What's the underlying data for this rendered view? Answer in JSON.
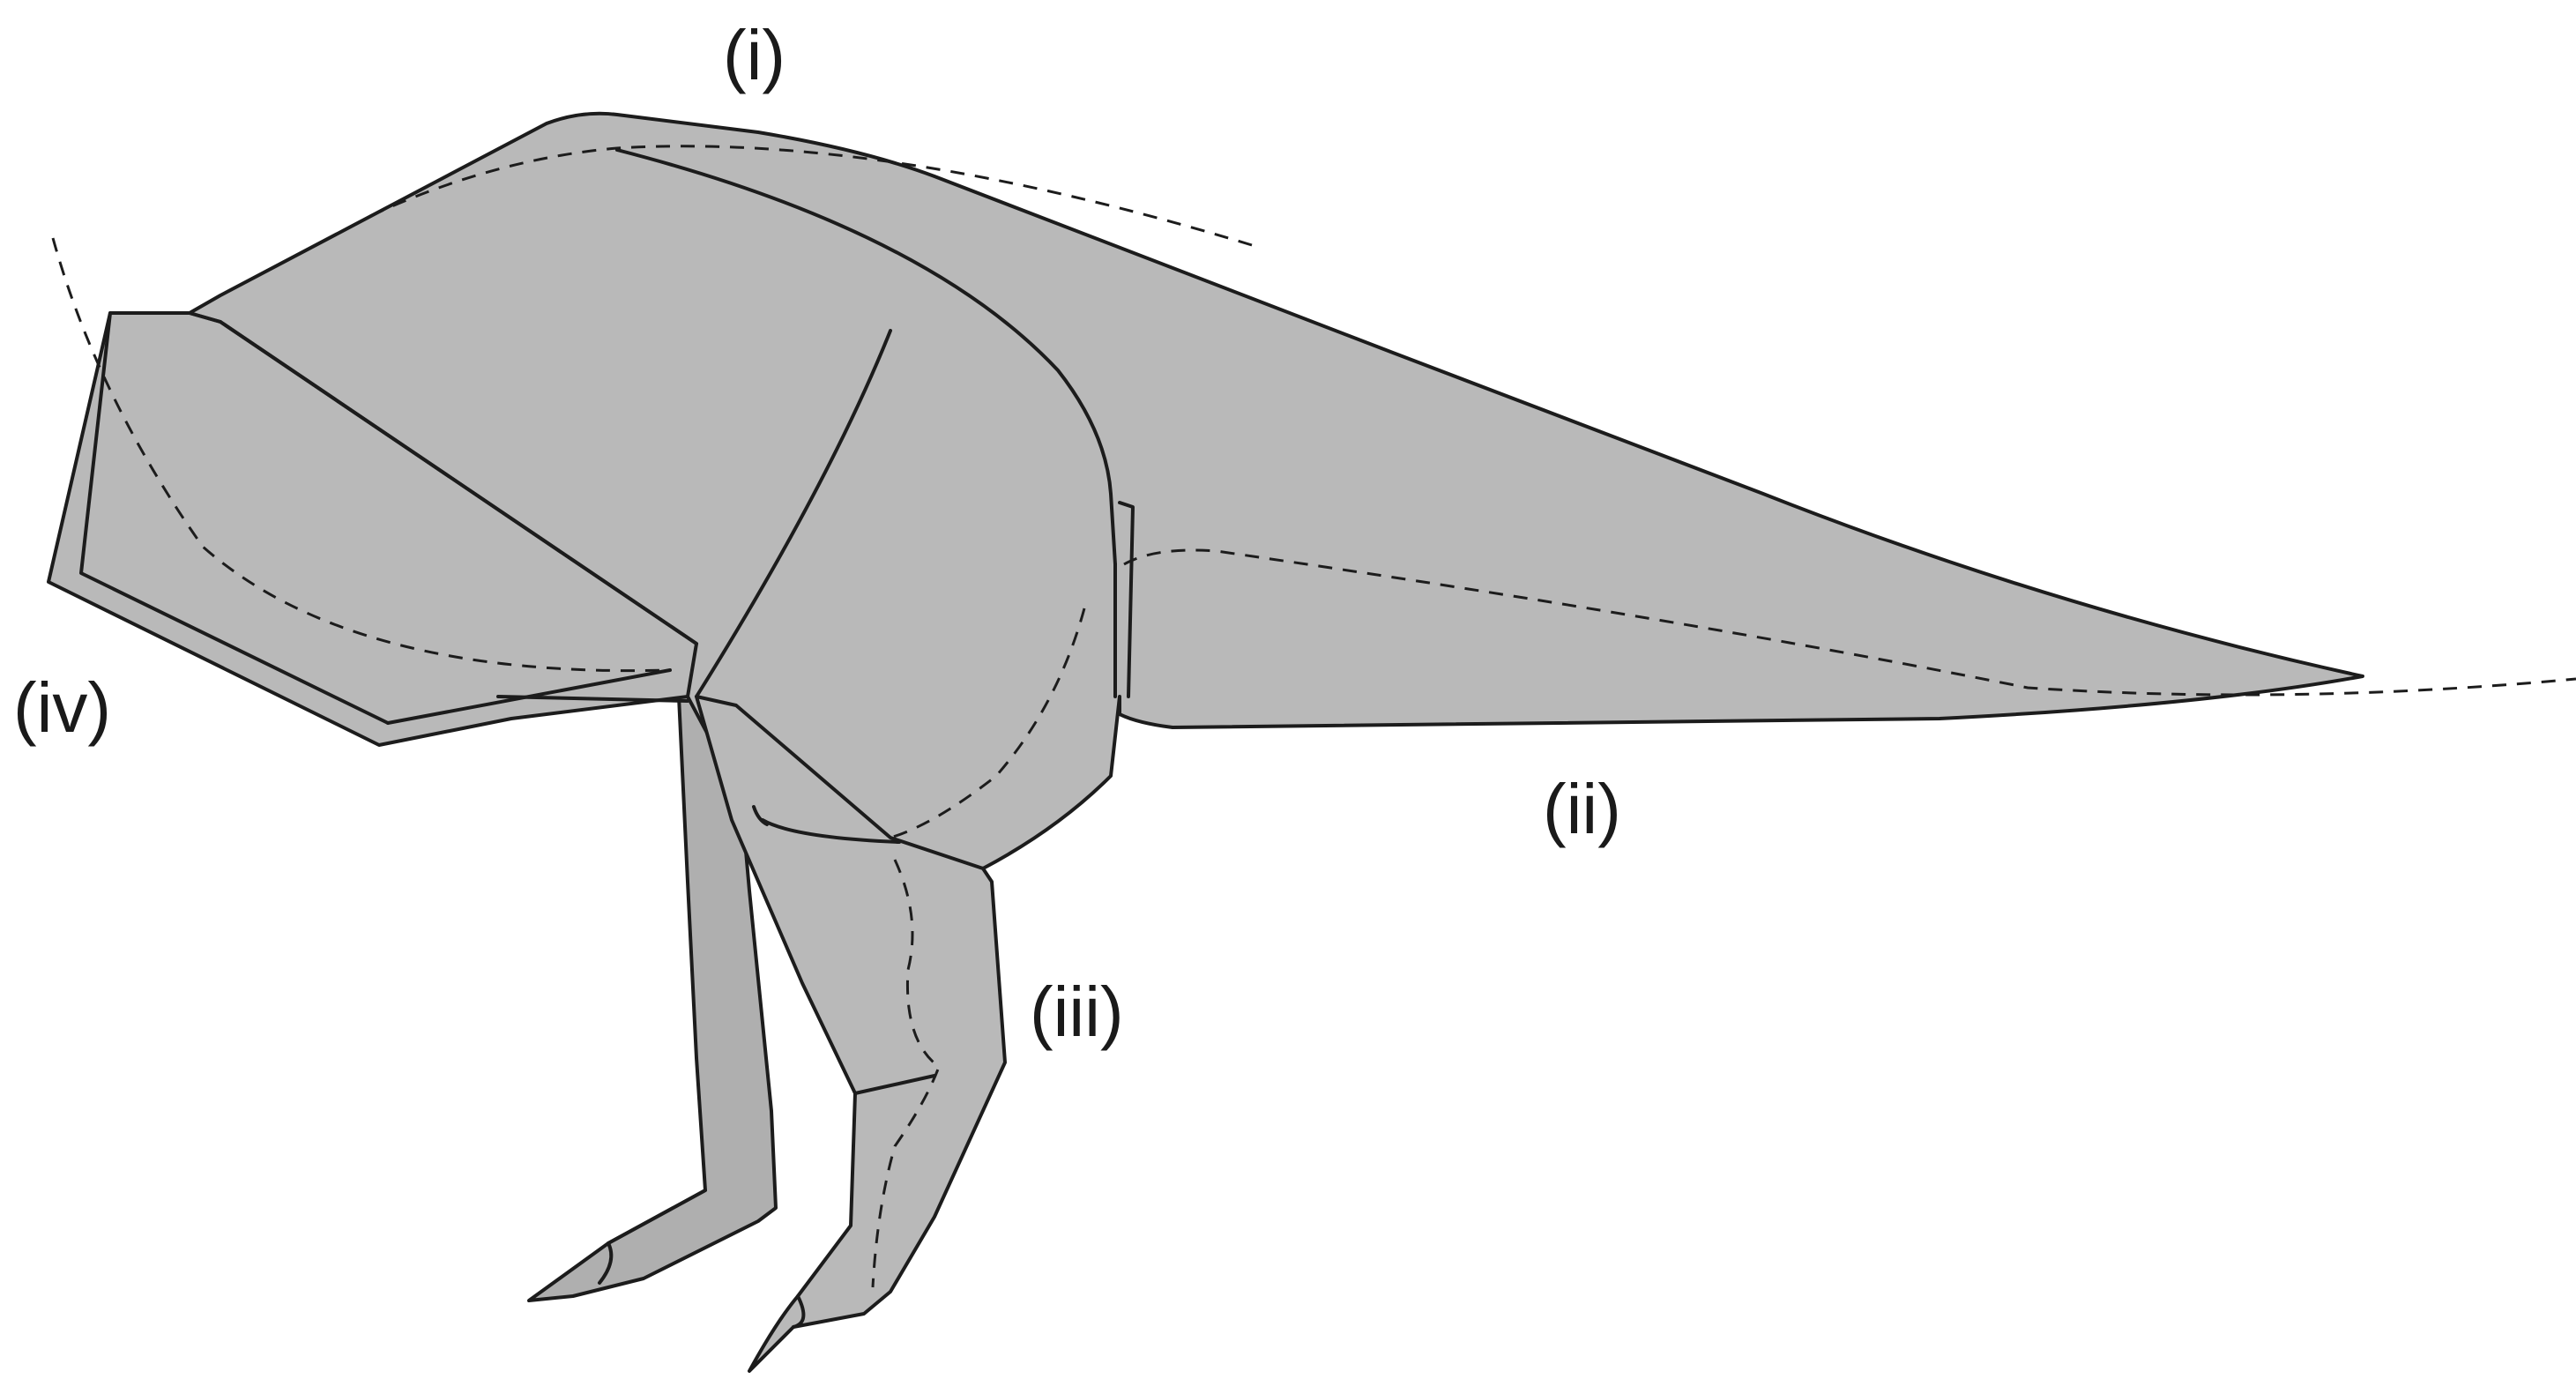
{
  "figure": {
    "subject": "origami-dinosaur",
    "labels": {
      "i": "(i)",
      "ii": "(ii)",
      "iii": "(iii)",
      "iv": "(iv)"
    },
    "colors": {
      "paper": "#b9b9b9",
      "line": "#1c1c1c",
      "background": "#ffffff"
    }
  }
}
